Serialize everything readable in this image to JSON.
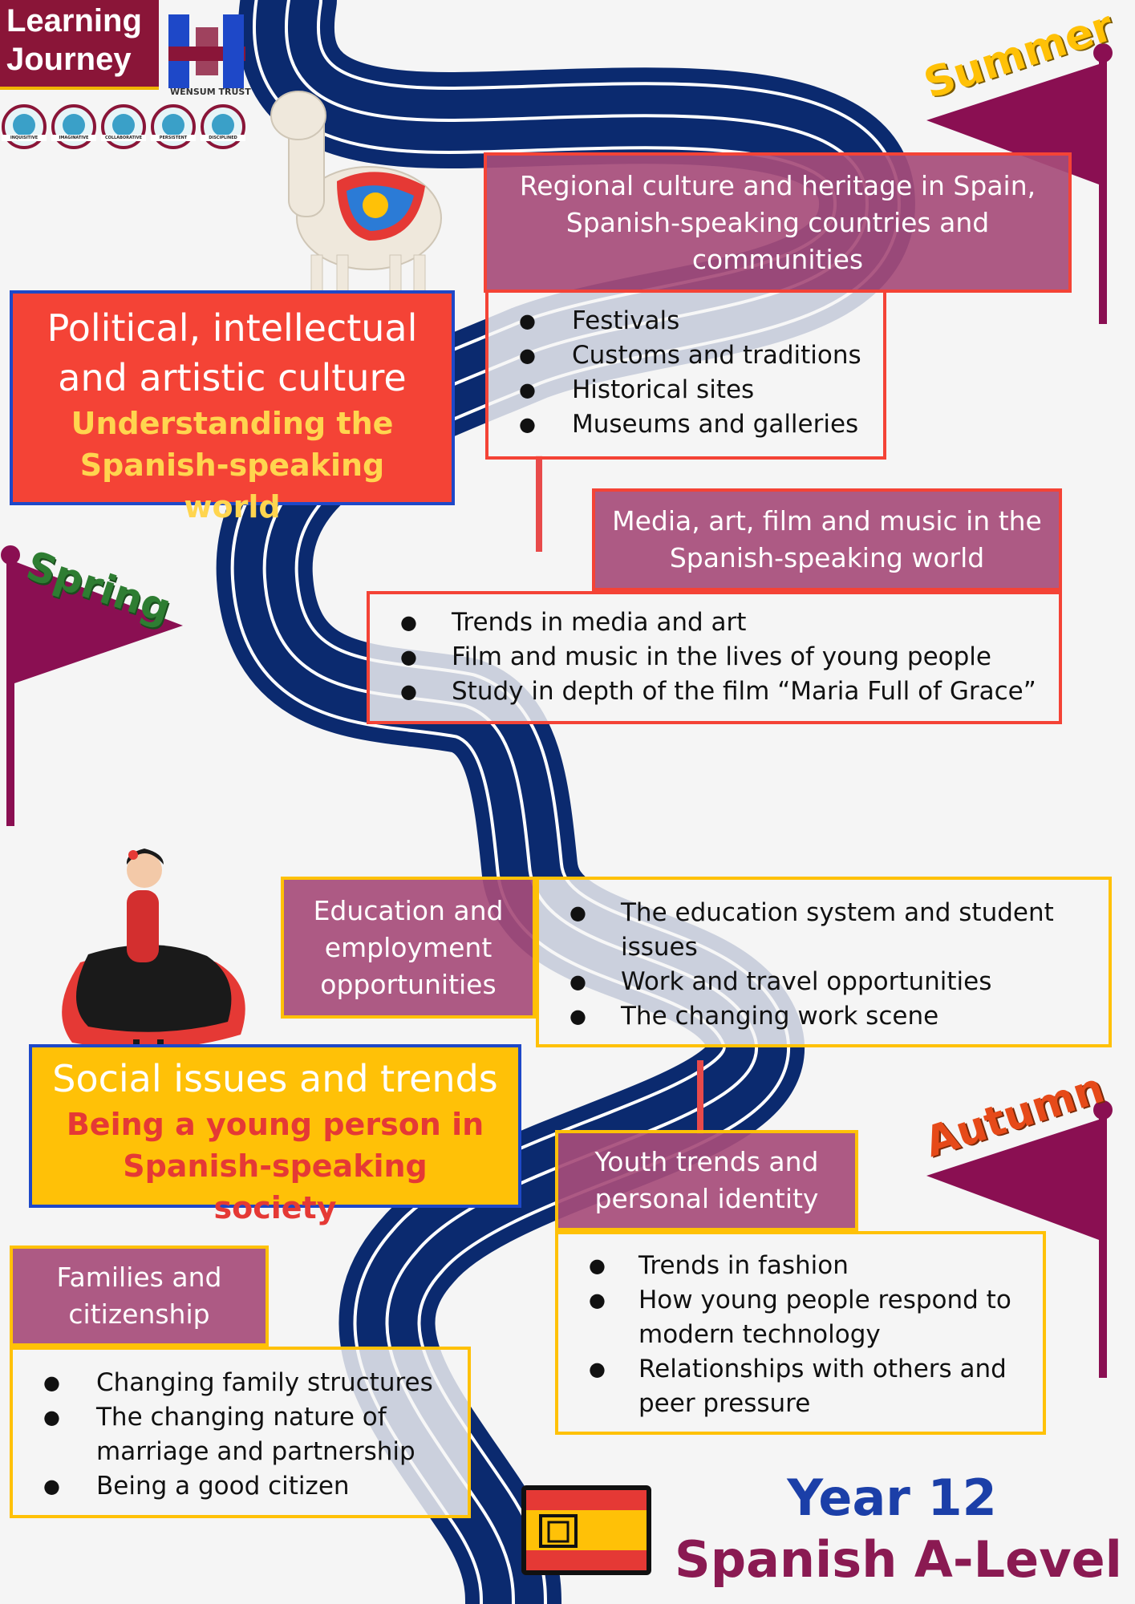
{
  "logo": {
    "line1": "Learning",
    "line2": "Journey",
    "trust_name": "WENSUM TRUST"
  },
  "values": [
    "INQUISITIVE",
    "IMAGINATIVE",
    "COLLABORATIVE",
    "PERSISTENT",
    "DISCIPLINED"
  ],
  "seasons": {
    "summer": "Summer",
    "spring": "Spring",
    "autumn": "Autumn"
  },
  "themes": {
    "political": {
      "title": "Political, intellectual and artistic culture",
      "subtitle": "Understanding the Spanish-speaking world"
    },
    "social": {
      "title": "Social issues and trends",
      "subtitle": "Being a young person in Spanish-speaking society"
    }
  },
  "topics": {
    "regional": {
      "title": "Regional culture and heritage in Spain, Spanish-speaking countries and communities",
      "items": [
        "Festivals",
        "Customs and traditions",
        "Historical sites",
        "Museums and galleries"
      ]
    },
    "media": {
      "title": "Media, art, film and music in the Spanish-speaking world",
      "items": [
        "Trends in media and art",
        "Film and music in the lives of young people",
        "Study in depth of the film “Maria Full of Grace”"
      ]
    },
    "education": {
      "title": "Education and employment opportunities",
      "items": [
        "The education system and student issues",
        "Work and travel opportunities",
        "The changing work scene"
      ]
    },
    "youth": {
      "title": "Youth trends and personal identity",
      "items": [
        "Trends in fashion",
        "How young people respond to modern technology",
        "Relationships with others and peer pressure"
      ]
    },
    "families": {
      "title": "Families and citizenship",
      "items": [
        "Changing family structures",
        "The changing nature of marriage and partnership",
        "Being a good citizen"
      ]
    }
  },
  "footer": {
    "year": "Year 12",
    "subject": "Spanish A-Level"
  },
  "colors": {
    "road": "#0b2a6f",
    "flag": "#8a0f52",
    "plum": "#a64c7a",
    "red": "#f44336",
    "yellow": "#ffc107",
    "blue": "#1b3fa8"
  }
}
